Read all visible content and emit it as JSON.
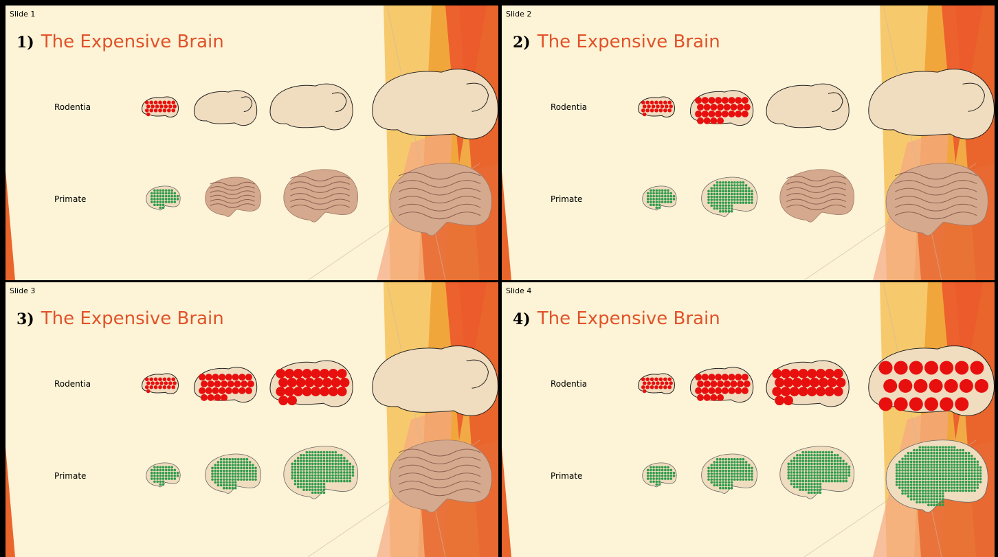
{
  "slides": [
    {
      "label": "Slide 1",
      "number": "1)",
      "title": "The Expensive Brain",
      "row1": "Rodentia",
      "row2": "Primate",
      "filled": 1
    },
    {
      "label": "Slide 2",
      "number": "2)",
      "title": "The Expensive Brain",
      "row1": "Rodentia",
      "row2": "Primate",
      "filled": 2
    },
    {
      "label": "Slide 3",
      "number": "3)",
      "title": "The Expensive Brain",
      "row1": "Rodentia",
      "row2": "Primate",
      "filled": 3
    },
    {
      "label": "Slide 4",
      "number": "4)",
      "title": "The Expensive Brain",
      "row1": "Rodentia",
      "row2": "Primate",
      "filled": 4
    }
  ],
  "colors": {
    "background": "#fdf3d6",
    "title": "#e0532a",
    "neuron_rodent": "#e8100f",
    "neuron_primate": "#2e9b4c",
    "brain_fill": "#f0dcbe",
    "primate_brain": "#d5a98e"
  }
}
